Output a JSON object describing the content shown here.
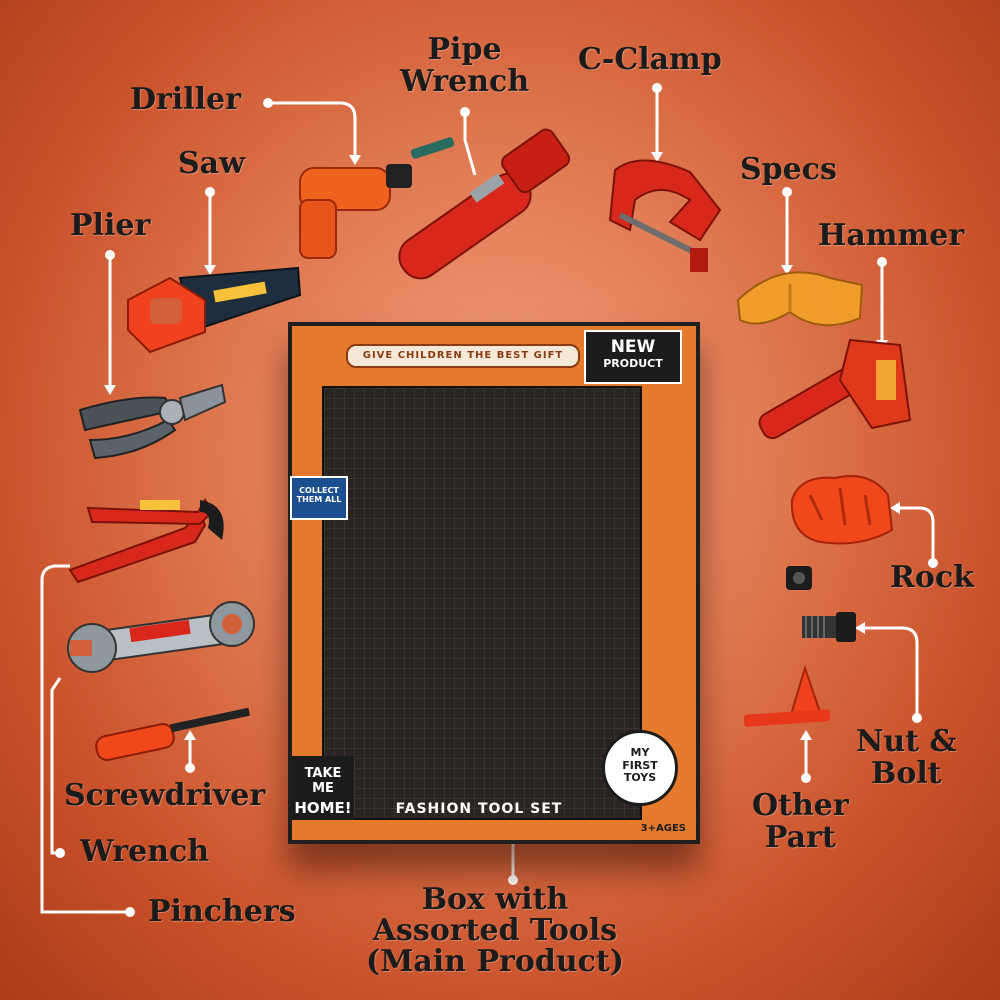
{
  "labels": {
    "driller": "Driller",
    "pipe_wrench": "Pipe\nWrench",
    "c_clamp": "C-Clamp",
    "saw": "Saw",
    "specs": "Specs",
    "plier": "Plier",
    "hammer": "Hammer",
    "rock": "Rock",
    "nut_bolt": "Nut &\nBolt",
    "screwdriver": "Screwdriver",
    "wrench": "Wrench",
    "pinchers": "Pinchers",
    "other_part": "Other\nPart",
    "box": "Box with\nAssorted Tools\n(Main Product)"
  },
  "box_text": {
    "slogan": "GIVE CHILDREN THE BEST GIFT",
    "new": "NEW",
    "product": "PRODUCT",
    "collect": "COLLECT THEM ALL",
    "take_me": "TAKE ME",
    "home": "HOME!",
    "title": "FASHION TOOL SET",
    "first_toys": "MY\nFIRST\nTOYS",
    "ages": "3+AGES"
  },
  "colors": {
    "background": "#d2603a",
    "toy_red": "#d8281c",
    "toy_orange": "#f0621e",
    "box_orange": "#e57a2c",
    "label_text": "#1b1b1b",
    "leader_line": "#ffffff"
  },
  "icons": [
    "drill-icon",
    "pipe-wrench-icon",
    "c-clamp-icon",
    "saw-icon",
    "goggles-icon",
    "plier-icon",
    "hammer-icon",
    "rock-icon",
    "nut-icon",
    "bolt-icon",
    "pinchers-icon",
    "wrench-icon",
    "screwdriver-icon",
    "cone-icon"
  ]
}
